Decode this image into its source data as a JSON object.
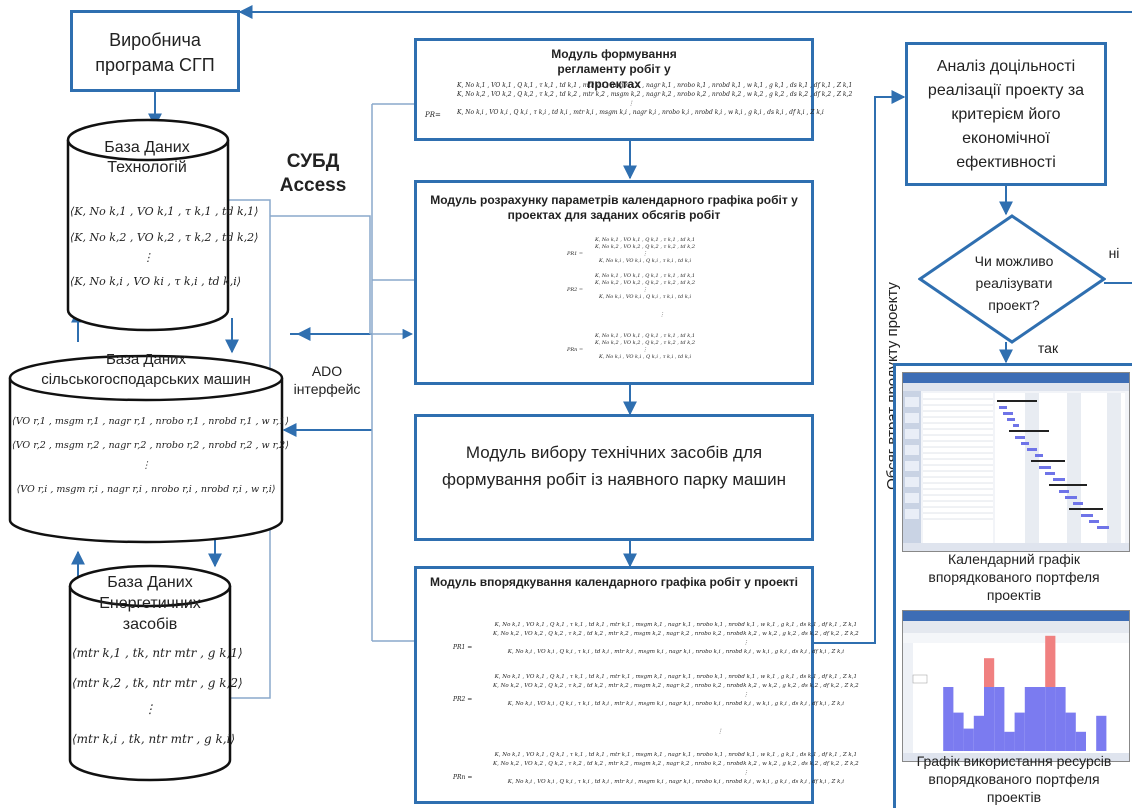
{
  "production": {
    "label": "Виробнича програма СГП"
  },
  "db_tech": {
    "title": "База Даних Технологій",
    "rows": [
      "⟨K, No k,1 , VO k,1 , τ k,1 , td k,1⟩",
      "⟨K, No k,2 , VO k,2 , τ k,2 , td k,2⟩",
      "⋮",
      "⟨K, No k,i , VO ki , τ k,i , td k,i⟩"
    ]
  },
  "db_machines": {
    "title": "База Даних сільськогосподарських машин",
    "rows": [
      "⟨VO r,1 , msgm r,1 , nagr r,1 , nrobo r,1 , nrobd r,1 , w r,1⟩",
      "⟨VO r,2 , msgm r,2 , nagr r,2 , nrobo r,2 , nrobd r,2 , w r,2⟩",
      "⋮",
      "⟨VO r,i , msgm r,i , nagr r,i , nrobo r,i , nrobd r,i , w r,i⟩"
    ]
  },
  "db_energy": {
    "title": "База Даних Енергетичних засобів",
    "rows": [
      "⟨mtr k,1 , tk, ntr mtr , g k,1⟩",
      "⟨mtr k,2 , tk, ntr mtr , g k,2⟩",
      "⋮",
      "⟨mtr k,i , tk, ntr mtr , g k,i⟩"
    ]
  },
  "dbms_label": "СУБД Access",
  "ado_label": "ADO інтерфейс",
  "module1": {
    "title": "Модуль формування регламенту робіт у проектах",
    "prefix": "PR=",
    "rows": [
      "K, No k,1 , VO k,1 , Q k,1 , τ k,1 , td k,1 , mtr k,1 , msgm k,1 , nagr k,1 , nrobo k,1 , nrobd k,1 , w k,1 , g k,1 , ds k,1 , df k,1 , Z k,1",
      "K, No k,2 , VO k,2 , Q k,2 , τ k,2 , td k,2 , mtr k,2 , msgm k,2 , nagr k,2 , nrobo k,2 , nrobd k,2 , w k,2 , g k,2 , ds k,2 , df k,2 , Z k,2",
      "⋮",
      "K, No k,i , VO k,i , Q k,i , τ k,i , td k,i , mtr k,i , msgm k,i , nagr k,i , nrobo k,i , nrobd k,i , w k,i , g k,i , ds k,i , df k,i , Z k,i"
    ]
  },
  "module2": {
    "title": "Модуль розрахунку параметрів календарного графіка робіт у проектах для заданих обсягів робіт",
    "groups": [
      {
        "prefix": "PR1 =",
        "rows": [
          "K, No k,1 , VO k,1 , Q k,1 , τ k,1 , td k,1",
          "K, No k,2 , VO k,2 , Q k,2 , τ k,2 , td k,2",
          "⋮",
          "K, No k,i , VO k,i , Q k,i , τ k,i , td k,i"
        ]
      },
      {
        "prefix": "PR2 =",
        "rows": [
          "K, No k,1 , VO k,1 , Q k,1 , τ k,1 , td k,1",
          "K, No k,2 , VO k,2 , Q k,2 , τ k,2 , td k,2",
          "⋮",
          "K, No k,i , VO k,i , Q k,i , τ k,i , td k,i"
        ]
      },
      {
        "prefix": "PRn =",
        "rows": [
          "K, No k,1 , VO k,1 , Q k,1 , τ k,1 , td k,1",
          "K, No k,2 , VO k,2 , Q k,2 , τ k,2 , td k,2",
          "⋮",
          "K, No k,i , VO k,i , Q k,i , τ k,i , td k,i"
        ]
      }
    ],
    "vdots": "⋮"
  },
  "module3": {
    "title": "Модуль вибору технічних засобів для формування робіт із наявного парку машин"
  },
  "module4": {
    "title": "Модуль впорядкування календарного графіка робіт у проекті",
    "groups": [
      {
        "prefix": "PR1 =",
        "rows": [
          "K, No k,1 , VO k,1 , Q k,1 , τ k,1 , td k,1 , mtr k,1 , msgm k,1 , nagr k,1 , nrobo k,1 , nrobd k,1 , w k,1 , g k,1 , ds k,1 , df k,1 , Z k,1",
          "K, No k,2 , VO k,2 , Q k,2 , τ k,2 , td k,2 , mtr k,2 , msgm k,2 , nagr k,2 , nrobo k,2 , nrobdk k,2 , w k,2 , g k,2 , ds k,2 , df k,2 , Z k,2",
          "⋮",
          "K, No k,i , VO k,i , Q k,i , τ k,i , td k,i , mtr k,i , msgm k,i , nagr k,i , nrobo k,i , nrobd k,i , w k,i , g k,i , ds k,i , df k,i , Z k,i"
        ]
      },
      {
        "prefix": "PR2 =",
        "rows": [
          "K, No k,1 , VO k,1 , Q k,1 , τ k,1 , td k,1 , mtr k,1 , msgm k,1 , nagr k,1 , nrobo k,1 , nrobd k,1 , w k,1 , g k,1 , ds k,1 , df k,1 , Z k,1",
          "K, No k,2 , VO k,2 , Q k,2 , τ k,2 , td k,2 , mtr k,2 , msgm k,2 , nagr k,2 , nrobo k,2 , nrobdk k,2 , w k,2 , g k,2 , ds k,2 , df k,2 , Z k,2",
          "⋮",
          "K, No k,i , VO k,i , Q k,i , τ k,i , td k,i , mtr k,i , msgm k,i , nagr k,i , nrobo k,i , nrobd k,i , w k,i , g k,i , ds k,i , df k,i , Z k,i"
        ]
      },
      {
        "prefix": "PRn =",
        "rows": [
          "K, No k,1 , VO k,1 , Q k,1 , τ k,1 , td k,1 , mtr k,1 , msgm k,1 , nagr k,1 , nrobo k,1 , nrobd k,1 , w k,1 , g k,1 , ds k,1 , df k,1 , Z k,1",
          "K, No k,2 , VO k,2 , Q k,2 , τ k,2 , td k,2 , mtr k,2 , msgm k,2 , nagr k,2 , nrobo k,2 , nrobdk k,2 , w k,2 , g k,2 , ds k,2 , df k,2 , Z k,2",
          "⋮",
          "K, No k,i , VO k,i , Q k,i , τ k,i , td k,i , mtr k,i , msgm k,i , nagr k,i , nrobo k,i , nrobd k,i , w k,i , g k,i , ds k,i , df k,i , Z k,i"
        ]
      }
    ],
    "vdots": "⋮"
  },
  "vertical_label": "Обсяг втрат продукту проекту",
  "analysis": {
    "label": "Аналіз доцільності реалізації проекту за критерієм його економічної ефективності"
  },
  "decision": {
    "label": "Чи можливо реалізувати проект?",
    "no": "ні",
    "yes": "так"
  },
  "calendar_caption": "Календарний графік впорядкованого портфеля проектів",
  "resource_caption": "Графік використання ресурсів впорядкованого портфеля проектів",
  "resource_chart": {
    "values": [
      0,
      1,
      0.6,
      0.35,
      0.55,
      1,
      1,
      0.3,
      0.6,
      1,
      1,
      1,
      1,
      0.6,
      0.3,
      0,
      0.55,
      0,
      0
    ],
    "overload": [
      0,
      0,
      0,
      0,
      0,
      0.45,
      0,
      0,
      0,
      0,
      0,
      0.8,
      0,
      0,
      0,
      0,
      0,
      0,
      0
    ]
  },
  "colors": {
    "box_border": "#2f6fb0",
    "arrow": "#2f6fb0",
    "connector": "#8aa9cc",
    "bar_blue": "#7b7bf0",
    "bar_red": "#f08080"
  }
}
